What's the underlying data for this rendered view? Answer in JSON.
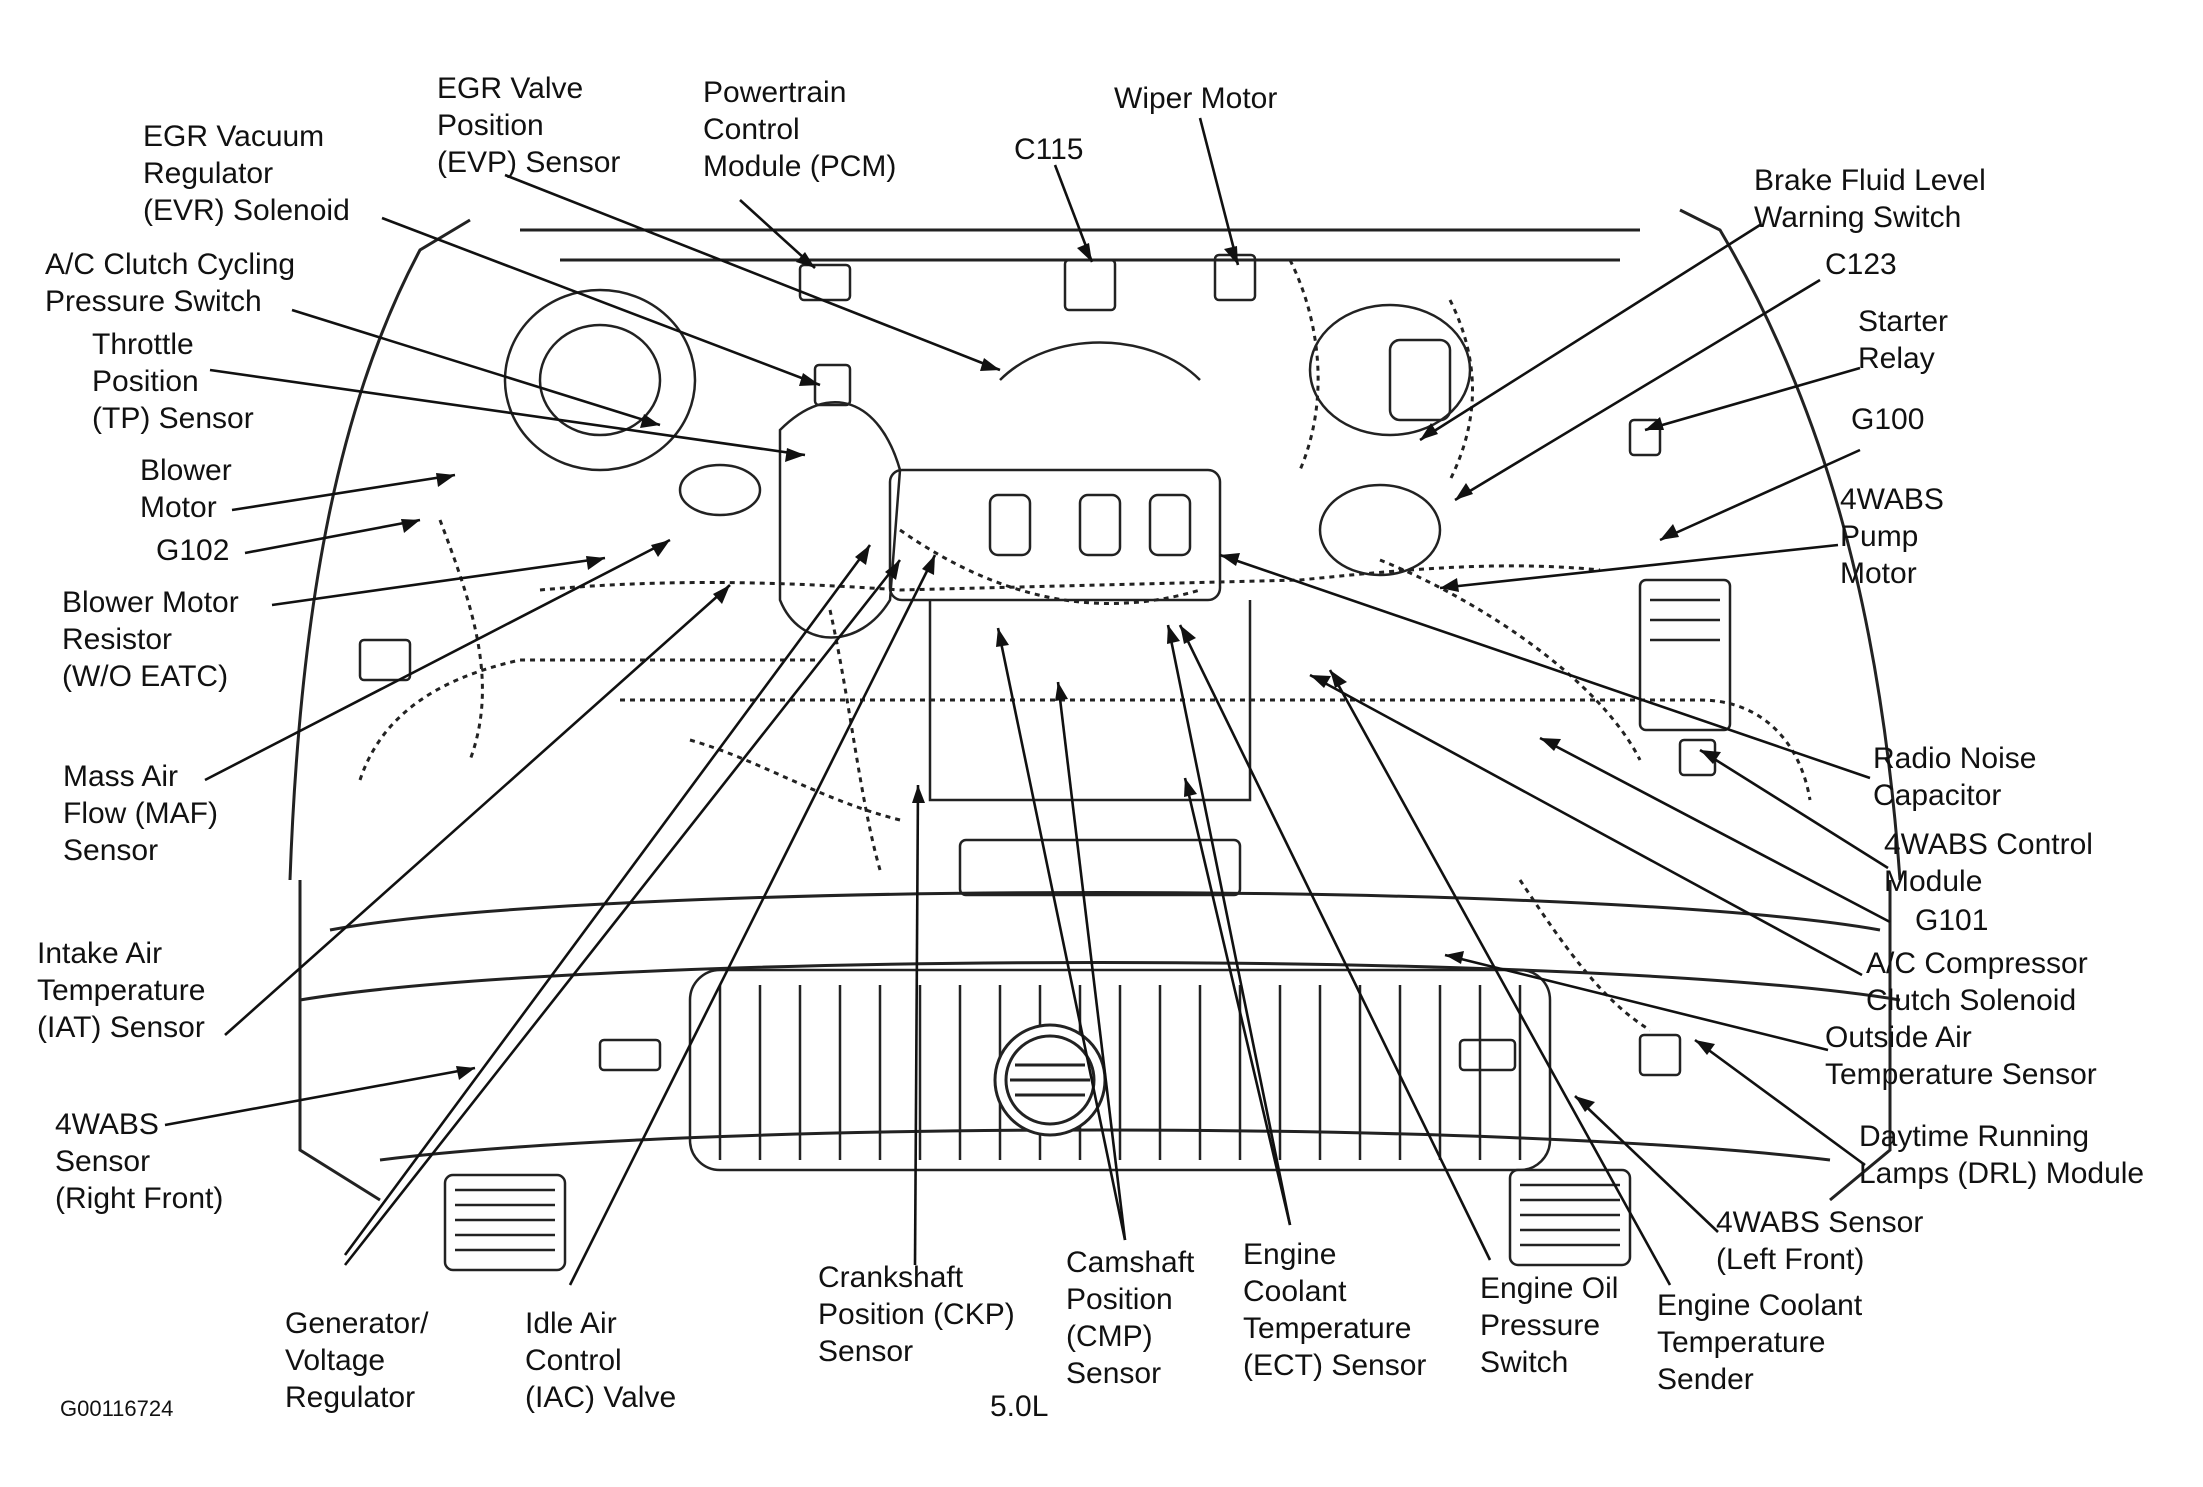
{
  "labels": [
    {
      "id": "egr-vacuum-regulator",
      "lines": [
        "EGR Vacuum",
        "Regulator",
        "(EVR) Solenoid"
      ]
    },
    {
      "id": "egr-valve-position",
      "lines": [
        "EGR Valve",
        "Position",
        "(EVP) Sensor"
      ]
    },
    {
      "id": "powertrain-control-module",
      "lines": [
        "Powertrain",
        "Control",
        "Module (PCM)"
      ]
    },
    {
      "id": "c115",
      "lines": [
        "C115"
      ]
    },
    {
      "id": "wiper-motor",
      "lines": [
        "Wiper Motor"
      ]
    },
    {
      "id": "brake-fluid-level-warning-switch",
      "lines": [
        "Brake Fluid Level",
        "Warning Switch"
      ]
    },
    {
      "id": "c123",
      "lines": [
        "C123"
      ]
    },
    {
      "id": "starter-relay",
      "lines": [
        "Starter",
        "Relay"
      ]
    },
    {
      "id": "g100",
      "lines": [
        "G100"
      ]
    },
    {
      "id": "4wabs-pump-motor",
      "lines": [
        "4WABS",
        "Pump",
        "Motor"
      ]
    },
    {
      "id": "ac-clutch-cycling-pressure-switch",
      "lines": [
        "A/C Clutch Cycling",
        "Pressure Switch"
      ]
    },
    {
      "id": "throttle-position-sensor",
      "lines": [
        "Throttle",
        "Position",
        "(TP) Sensor"
      ]
    },
    {
      "id": "blower-motor",
      "lines": [
        "Blower",
        "Motor"
      ]
    },
    {
      "id": "g102",
      "lines": [
        "G102"
      ]
    },
    {
      "id": "blower-motor-resistor",
      "lines": [
        "Blower Motor",
        "Resistor",
        "(W/O EATC)"
      ]
    },
    {
      "id": "mass-air-flow-sensor",
      "lines": [
        "Mass Air",
        "Flow (MAF)",
        "Sensor"
      ]
    },
    {
      "id": "intake-air-temperature-sensor",
      "lines": [
        "Intake Air",
        "Temperature",
        "(IAT) Sensor"
      ]
    },
    {
      "id": "4wabs-sensor-right-front",
      "lines": [
        "4WABS",
        "Sensor",
        "(Right Front)"
      ]
    },
    {
      "id": "generator-voltage-regulator",
      "lines": [
        "Generator/",
        "Voltage",
        "Regulator"
      ]
    },
    {
      "id": "idle-air-control-valve",
      "lines": [
        "Idle Air",
        "Control",
        "(IAC) Valve"
      ]
    },
    {
      "id": "crankshaft-position-sensor",
      "lines": [
        "Crankshaft",
        "Position (CKP)",
        "Sensor"
      ]
    },
    {
      "id": "camshaft-position-sensor",
      "lines": [
        "Camshaft",
        "Position",
        "(CMP)",
        "Sensor"
      ]
    },
    {
      "id": "engine-coolant-temperature-sensor",
      "lines": [
        "Engine",
        "Coolant",
        "Temperature",
        "(ECT) Sensor"
      ]
    },
    {
      "id": "engine-oil-pressure-switch",
      "lines": [
        "Engine Oil",
        "Pressure",
        "Switch"
      ]
    },
    {
      "id": "engine-coolant-temperature-sender",
      "lines": [
        "Engine Coolant",
        "Temperature",
        "Sender"
      ]
    },
    {
      "id": "4wabs-sensor-left-front",
      "lines": [
        "4WABS Sensor",
        "(Left Front)"
      ]
    },
    {
      "id": "daytime-running-lamps-module",
      "lines": [
        "Daytime Running",
        "Lamps (DRL) Module"
      ]
    },
    {
      "id": "outside-air-temperature-sensor",
      "lines": [
        "Outside Air",
        "Temperature Sensor"
      ]
    },
    {
      "id": "ac-compressor-clutch-solenoid",
      "lines": [
        "A/C Compressor",
        "Clutch Solenoid"
      ]
    },
    {
      "id": "g101",
      "lines": [
        "G101"
      ]
    },
    {
      "id": "4wabs-control-module",
      "lines": [
        "4WABS Control",
        "Module"
      ]
    },
    {
      "id": "radio-noise-capacitor",
      "lines": [
        "Radio Noise",
        "Capacitor"
      ]
    }
  ],
  "figure_id": "G00116724",
  "engine_label": "5.0L"
}
